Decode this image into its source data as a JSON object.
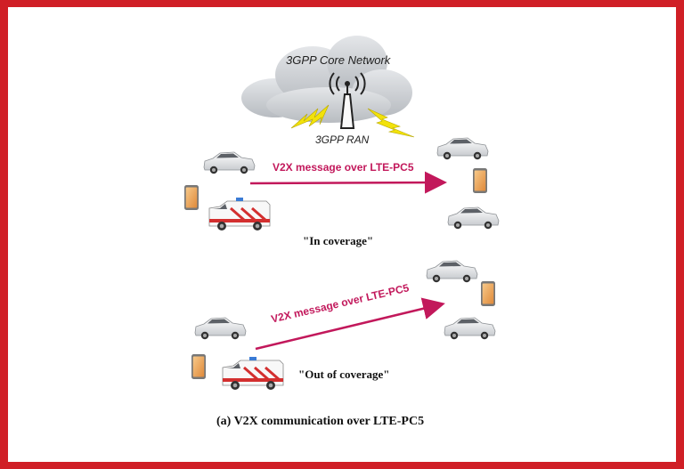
{
  "diagram": {
    "network_label": "3GPP Core Network",
    "ran_label": "3GPP RAN",
    "in_coverage": {
      "message": "V2X message over LTE-PC5",
      "label": "\"In coverage\""
    },
    "out_of_coverage": {
      "message": "V2X message over LTE-PC5",
      "label": "\"Out of coverage\""
    },
    "caption": "(a) V2X communication over LTE-PC5",
    "colors": {
      "frame": "#d01f26",
      "arrow": "#c2185b",
      "lightning": "#f2e20a",
      "cloud": "#c9ccd0"
    }
  }
}
